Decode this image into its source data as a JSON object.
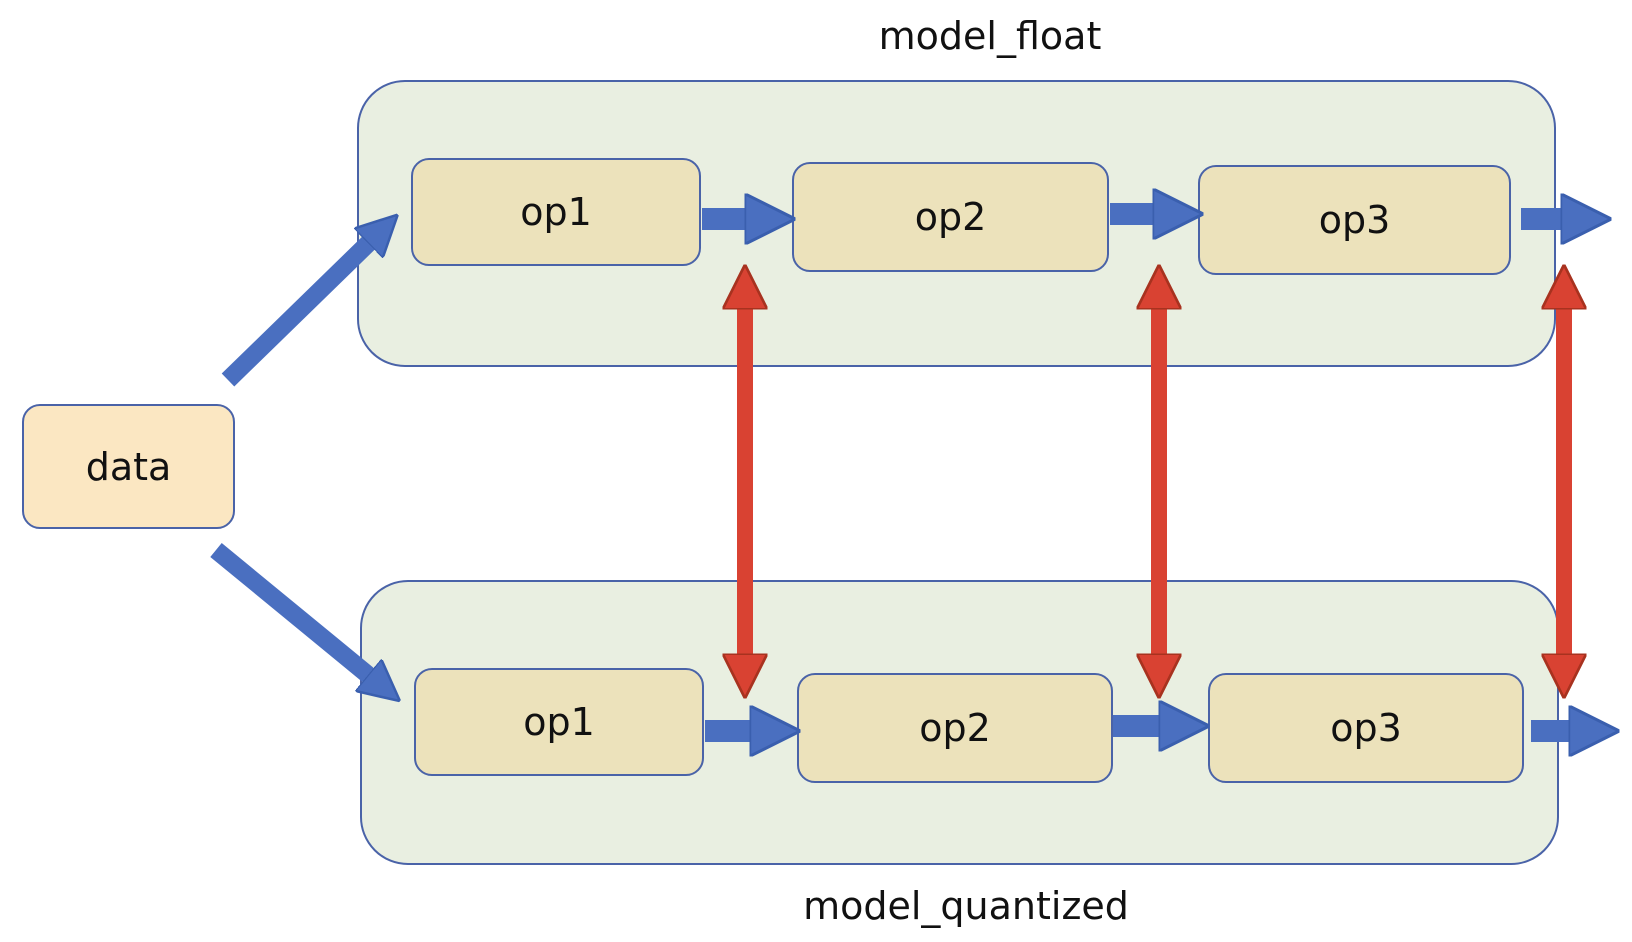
{
  "diagram": {
    "input": {
      "label": "data"
    },
    "groups": [
      {
        "id": "float",
        "title": "model_float",
        "ops": [
          "op1",
          "op2",
          "op3"
        ]
      },
      {
        "id": "quantized",
        "title": "model_quantized",
        "ops": [
          "op1",
          "op2",
          "op3"
        ]
      }
    ],
    "colors": {
      "flow_arrow": "#4a6fc0",
      "compare_arrow": "#d94232",
      "group_fill": "#e9efe1",
      "op_fill": "#ece2bb",
      "data_fill": "#fbe7c2",
      "border": "#4a63a8"
    }
  }
}
